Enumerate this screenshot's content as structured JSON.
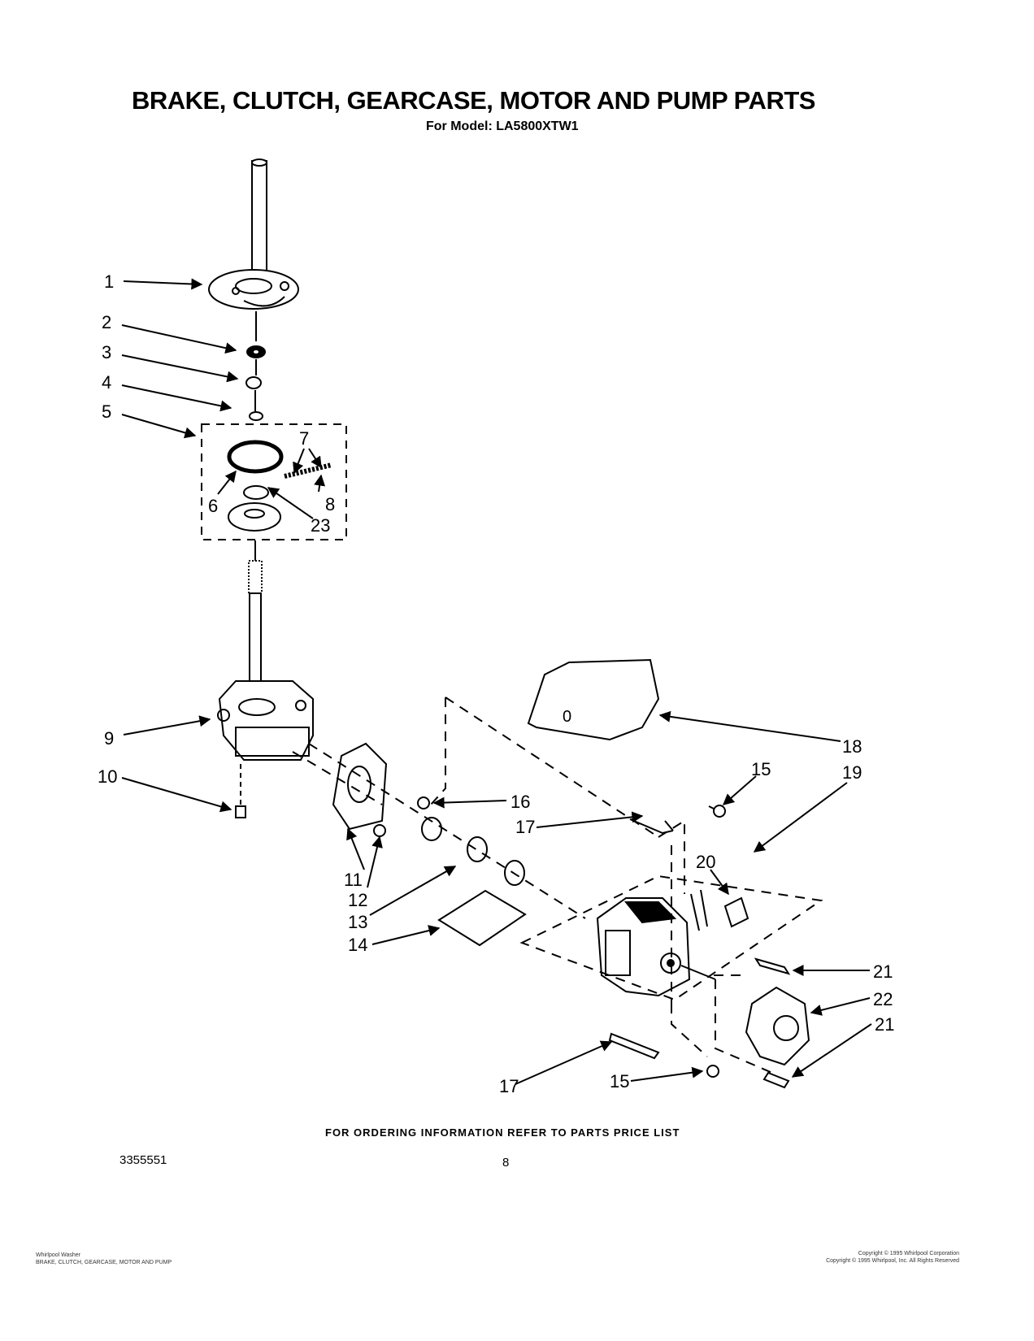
{
  "header": {
    "title": "BRAKE, CLUTCH, GEARCASE, MOTOR AND PUMP PARTS",
    "subtitle": "For Model: LA5800XTW1"
  },
  "callouts": [
    "1",
    "2",
    "3",
    "4",
    "5",
    "6",
    "7",
    "8",
    "9",
    "10",
    "11",
    "12",
    "13",
    "14",
    "15",
    "16",
    "17",
    "18",
    "19",
    "20",
    "21",
    "22",
    "23"
  ],
  "footer": {
    "ordering_note": "FOR ORDERING INFORMATION REFER TO PARTS PRICE LIST",
    "document_number": "3355551",
    "page_number": "8",
    "fine_print_left": "Whirlpool Washer\nBRAKE, CLUTCH, GEARCASE, MOTOR AND PUMP",
    "fine_print_right": "Copyright © 1995 Whirlpool Corporation\nCopyright © 1995 Whirlpool, Inc. All Rights Reserved"
  }
}
